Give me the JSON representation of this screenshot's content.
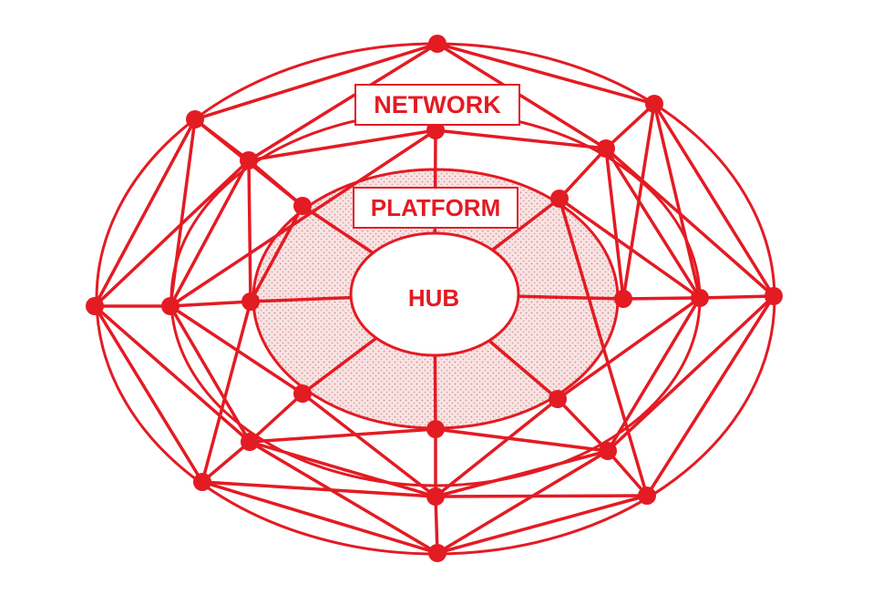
{
  "labels": {
    "network": "NETWORK",
    "platform": "PLATFORM",
    "hub": "HUB"
  },
  "colors": {
    "primary": "#e31b23",
    "background": "#ffffff",
    "platform_fill": "#f3d6d6"
  }
}
